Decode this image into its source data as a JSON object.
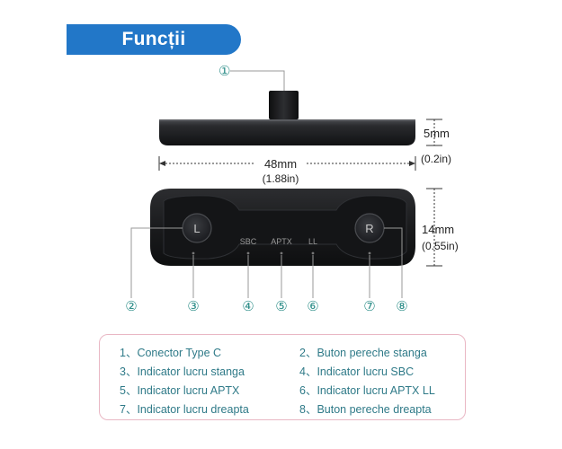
{
  "header": {
    "title": "Funcții"
  },
  "dimensions": {
    "height_mm": "5mm",
    "height_in": "(0.2in)",
    "width_mm": "48mm",
    "width_in": "(1.88in)",
    "depth_mm": "14mm",
    "depth_in": "(0.55in)"
  },
  "device": {
    "left_button_label": "L",
    "right_button_label": "R",
    "sbc_label": "SBC",
    "aptx_label": "APTX",
    "ll_label": "LL"
  },
  "callouts": [
    "①",
    "②",
    "③",
    "④",
    "⑤",
    "⑥",
    "⑦",
    "⑧"
  ],
  "legend": [
    "1、Conector Type C",
    "2、Buton pereche stanga",
    "3、Indicator lucru stanga",
    "4、Indicator lucru SBC",
    "5、Indicator lucru APTX",
    "6、Indicator lucru APTX LL",
    "7、Indicator lucru dreapta",
    "8、Buton pereche dreapta"
  ],
  "colors": {
    "banner": "#2277c8",
    "callout": "#2f8f8a",
    "legend_text": "#2f7a88",
    "legend_border": "#e9b7c4",
    "device_body": "#1b1c1e"
  }
}
